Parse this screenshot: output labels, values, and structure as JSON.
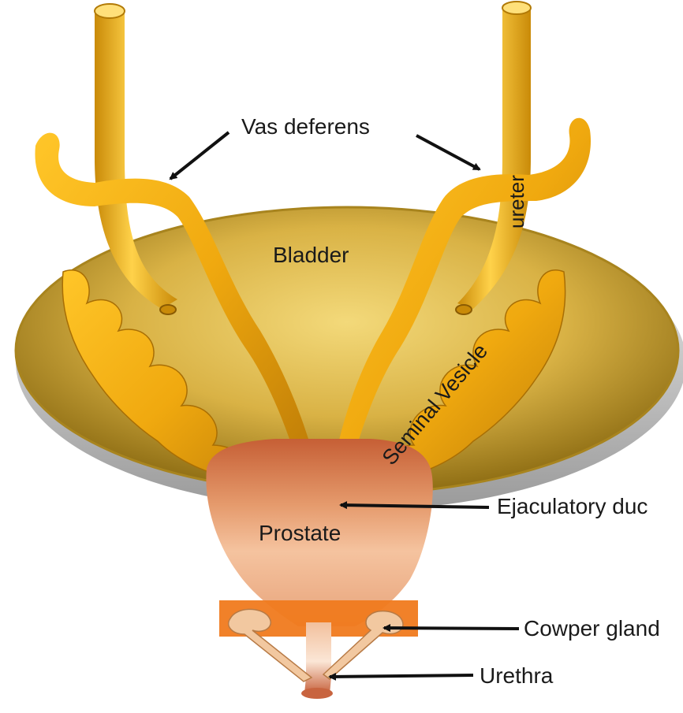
{
  "labels": {
    "vas_deferens": "Vas deferens",
    "ureter": "ureter",
    "bladder": "Bladder",
    "seminal_vesicle": "Seminal Vesicle",
    "ejaculatory_duct": "Ejaculatory duc",
    "prostate": "Prostate",
    "cowper_gland": "Cowper gland",
    "urethra": "Urethra"
  },
  "colors": {
    "tube_gold": "#f0b21c",
    "tube_shade": "#c98a08",
    "bladder": "#c9a131",
    "bladder_rim": "#d9d9d9",
    "prostate": "#d8855a",
    "prostate_light": "#f0b893",
    "cowper_band": "#f07a1e",
    "urethra": "#c8643f"
  }
}
